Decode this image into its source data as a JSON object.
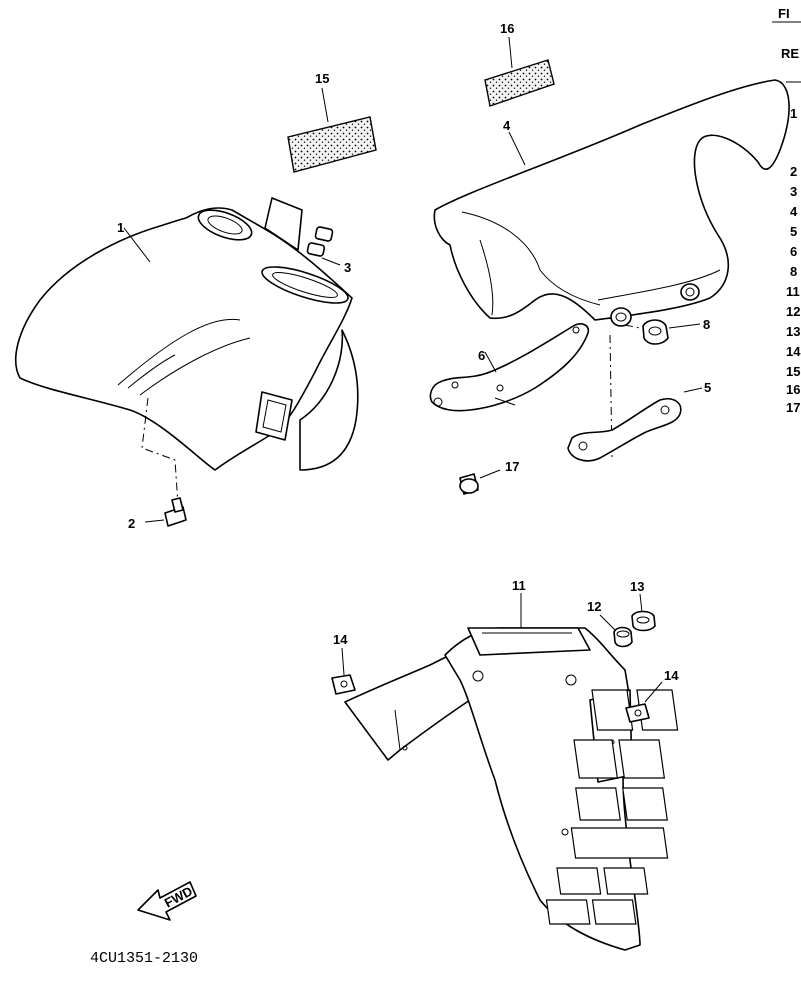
{
  "diagram": {
    "callouts": {
      "c1": "1",
      "c2": "2",
      "c3": "3",
      "c4": "4",
      "c5": "5",
      "c6": "6",
      "c8": "8",
      "c11": "11",
      "c12": "12",
      "c13": "13",
      "c14a": "14",
      "c14b": "14",
      "c15": "15",
      "c16": "16",
      "c17": "17"
    },
    "drawing_code": "4CU1351-2130",
    "fwd_label": "FWD"
  },
  "ref_column": {
    "header_top": "FI",
    "header_ref": "RE",
    "items": [
      "1",
      "2",
      "3",
      "4",
      "5",
      "6",
      "8",
      "11",
      "12",
      "13",
      "14",
      "15",
      "16",
      "17"
    ]
  }
}
